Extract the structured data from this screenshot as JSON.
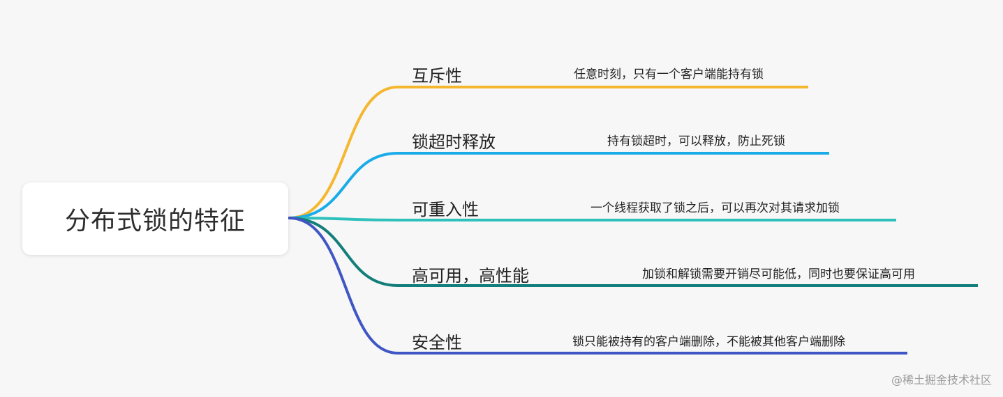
{
  "root": {
    "label": "分布式锁的特征"
  },
  "branches": [
    {
      "label": "互斥性",
      "desc": "任意时刻，只有一个客户端能持有锁",
      "color": "#F5B730"
    },
    {
      "label": "锁超时释放",
      "desc": "持有锁超时，可以释放，防止死锁",
      "color": "#1AACE8"
    },
    {
      "label": "可重入性",
      "desc": "一个线程获取了锁之后，可以再次对其请求加锁",
      "color": "#2EC1BC"
    },
    {
      "label": "高可用，高性能",
      "desc": "加锁和解锁需要开销尽可能低，同时也要保证高可用",
      "color": "#137E7A"
    },
    {
      "label": "安全性",
      "desc": "锁只能被持有的客户端删除，不能被其他客户端删除",
      "color": "#3F56C4"
    }
  ],
  "watermark": "@稀土掘金技术社区"
}
